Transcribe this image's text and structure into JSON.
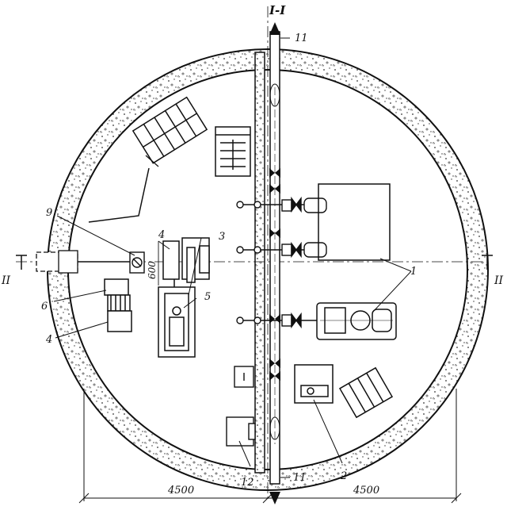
{
  "section_marks": {
    "top": "I-I",
    "left": "II",
    "right": "II"
  },
  "dimensions": {
    "left_span": "4500",
    "right_span": "4500",
    "pipe_offset": "600"
  },
  "callouts": {
    "c1": "1",
    "c2": "2",
    "c3": "3",
    "c4a": "4",
    "c4b": "4",
    "c5": "5",
    "c6": "6",
    "c9": "9",
    "c11_top": "11",
    "c11_bottom": "11",
    "c12": "12"
  },
  "colors": {
    "ink": "#111111",
    "paper": "#ffffff",
    "concrete_dot": "#333333"
  }
}
